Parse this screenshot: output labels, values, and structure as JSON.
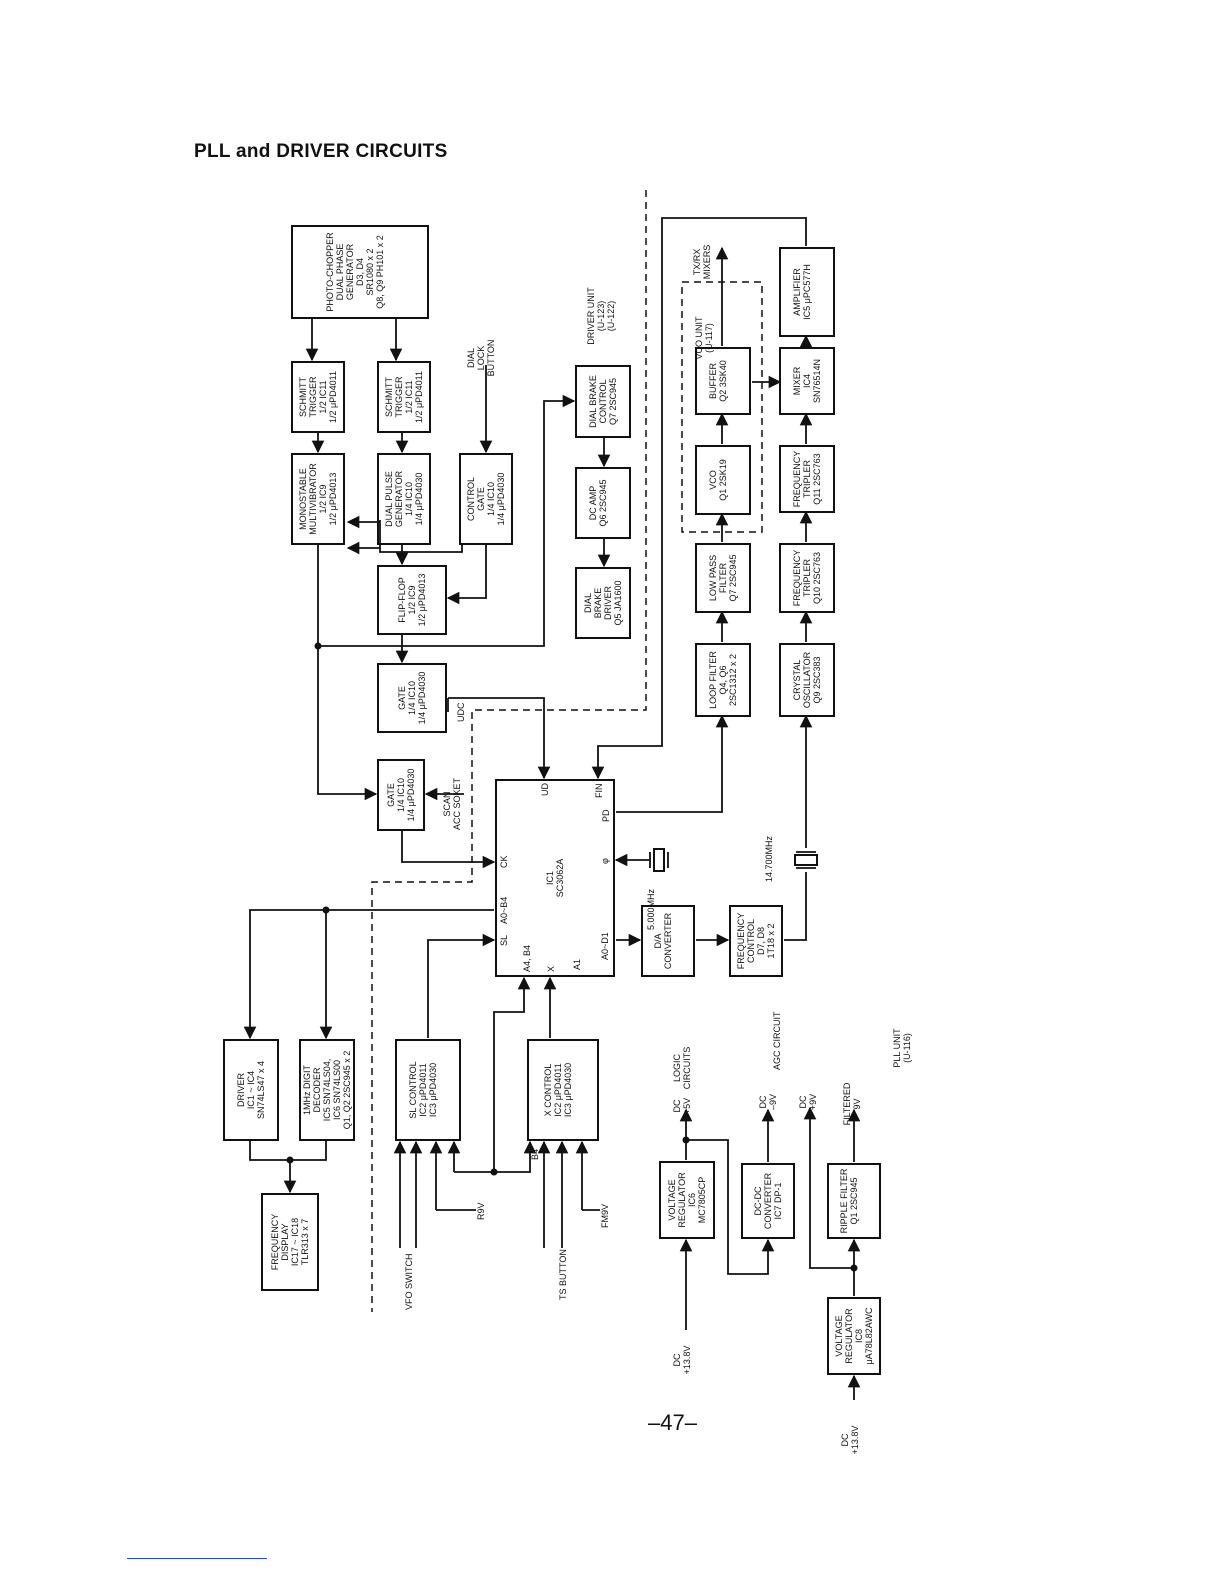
{
  "header": {
    "title": "PLL and DRIVER CIRCUITS"
  },
  "page_number": "–47–",
  "units": {
    "driver_unit": [
      "DRIVER UNIT",
      "(U-123)",
      "(U-122)"
    ],
    "pll_unit": [
      "PLL UNIT",
      "(U-116)"
    ],
    "vco_unit": [
      "VCO UNIT",
      "(U-117)"
    ]
  },
  "blocks": {
    "photo_chopper": [
      "PHOTO-CHOPPER",
      "",
      "DUAL PHASE",
      "GENERATOR",
      "D3, D4",
      "SR1080 x 2",
      "Q8, Q9 PH101 x 2"
    ],
    "schmitt1": [
      "SCHMITT",
      "TRIGGER",
      "1/2 IC11",
      "1/2 μPD4011"
    ],
    "schmitt2": [
      "SCHMITT",
      "TRIGGER",
      "1/2 IC11",
      "1/2 μPD4011"
    ],
    "monostable": [
      "MONOSTABLE",
      "MULTIVIBRATOR",
      "1/2 IC9",
      "1/2 μPD4013"
    ],
    "dual_pulse": [
      "DUAL PULSE",
      "GENERATOR",
      "1/4 IC10",
      "1/4 μPD4030"
    ],
    "control_gate": [
      "CONTROL",
      "GATE",
      "1/4 IC10",
      "1/4 μPD4030"
    ],
    "flip_flop": [
      "FLIP-FLOP",
      "1/2 IC9",
      "1/2 μPD4013"
    ],
    "gate1": [
      "GATE",
      "1/4 IC10",
      "1/4 μPD4030"
    ],
    "gate2": [
      "GATE",
      "1/4 IC10",
      "1/4 μPD4030"
    ],
    "dial_brake_control": [
      "DIAL BRAKE",
      "CONTROL",
      "Q7 2SC945"
    ],
    "dc_amp": [
      "DC AMP",
      "",
      "Q6 2SC945"
    ],
    "dial_brake_driver": [
      "DIAL",
      "BRAKE",
      "DRIVER",
      "Q5 JA1600"
    ],
    "buffer": [
      "BUFFER",
      "",
      "Q2 3SK40"
    ],
    "vco": [
      "VCO",
      "",
      "Q1 2SK19"
    ],
    "low_pass": [
      "LOW PASS",
      "FILTER",
      "Q7 2SC945"
    ],
    "loop_filter": [
      "LOOP FILTER",
      "Q4, Q6",
      "2SC1312 x 2"
    ],
    "amplifier": [
      "AMPLIFIER",
      "",
      "IC5 μPC577H"
    ],
    "mixer": [
      "MIXER",
      "IC4",
      "SN76514N"
    ],
    "freq_tripler1": [
      "FREQUENCY",
      "TRIPLER",
      "Q11 2SC763"
    ],
    "freq_tripler2": [
      "FREQUENCY",
      "TRIPLER",
      "Q10 2SC763"
    ],
    "crystal_osc": [
      "CRYSTAL",
      "OSCILLATOR",
      "Q9 2SC383"
    ],
    "ic1": [
      "IC1",
      "SC3062A"
    ],
    "da_converter": [
      "D/A",
      "",
      "CONVERTER"
    ],
    "freq_control": [
      "FREQUENCY",
      "CONTROL",
      "D7, D8",
      "1T18 x 2"
    ],
    "driver": [
      "DRIVER",
      "IC1 ~ IC4",
      "SN74LS47 x 4"
    ],
    "digit_decoder": [
      "1MHz DIGIT",
      "DECODER",
      "IC5 SN74LS04,",
      "IC6 SN74LS00",
      "Q1, Q2 2SC945 x 2"
    ],
    "freq_display": [
      "FREQUENCY",
      "DISPLAY",
      "IC17 ~ IC18",
      "TLR313 x 7"
    ],
    "sl_control": [
      "SL CONTROL",
      "",
      "IC2 μPD4011",
      "IC3 μPD4030"
    ],
    "x_control": [
      "X CONTROL",
      "",
      "IC2 μPD4011",
      "IC3 μPD4030"
    ],
    "voltage_reg1": [
      "VOLTAGE",
      "REGULATOR",
      "IC6",
      "MC7805CP"
    ],
    "dcdc": [
      "DC-DC",
      "CONVERTER",
      "IC7 DP-1"
    ],
    "ripple_filter": [
      "RIPPLE FILTER",
      "",
      "Q1 2SC945"
    ],
    "voltage_reg2": [
      "VOLTAGE",
      "REGULATOR",
      "IC8",
      "μA78L82AWC"
    ]
  },
  "pins": {
    "ud": "UD",
    "fin": "FIN",
    "pd": "PD",
    "phi": "φ",
    "ck": "CK",
    "a0b4": "A0~B4",
    "sl": "SL",
    "a4b4": "A4, B4",
    "x": "X",
    "a1": "A1",
    "a0d1": "A0~D1"
  },
  "labels": {
    "dial_lock": [
      "DIAL",
      "LOCK",
      "BUTTON"
    ],
    "txrx": [
      "TX/RX",
      "MIXERS"
    ],
    "udc": "UDC",
    "scan": [
      "SCAN",
      "ACC SOKET"
    ],
    "xtal_5": "5.000MHz",
    "xtal_14": "14.700MHz",
    "r9v": "R9V",
    "fm9v": "FM9V",
    "b4": "B4",
    "vfo_switch": "VFO SWITCH",
    "ts_button": "TS BUTTON",
    "dc_13_8_a": [
      "DC",
      "+13.8V"
    ],
    "dc_13_8_b": [
      "DC",
      "+13.8V"
    ],
    "dc_5v": [
      "DC",
      "+5V"
    ],
    "logic": [
      "LOGIC",
      "CIRCUITS"
    ],
    "dc_m9v": [
      "DC",
      "–9V"
    ],
    "agc": "AGC CIRCUIT",
    "dc_9v": [
      "DC",
      "+9V"
    ],
    "filtered": [
      "FILTERED",
      "9V"
    ]
  }
}
